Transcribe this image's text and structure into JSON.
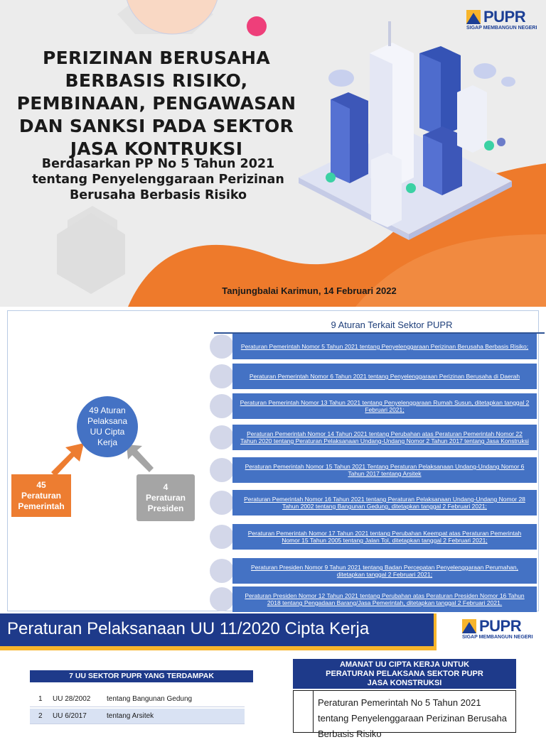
{
  "cover": {
    "title_lines": [
      "PERIZINAN BERUSAHA",
      "BERBASIS RISIKO,",
      "PEMBINAAN, PENGAWASAN",
      "DAN SANKSI PADA SEKTOR",
      "JASA KONTRUKSI"
    ],
    "subtitle_lines": [
      "Berdasarkan PP No 5 Tahun 2021",
      "tentang Penyelenggaraan Perizinan",
      "Berusaha Berbasis Risiko"
    ],
    "date": "Tanjungbalai Karimun, 14 Februari 2022",
    "logo_word": "PUPR",
    "logo_tagline": "SIGAP MEMBANGUN NEGERI"
  },
  "rules": {
    "title": "9 Aturan Terkait Sektor PUPR",
    "center": [
      "49 Aturan",
      "Pelaksana",
      "UU Cipta",
      "Kerja"
    ],
    "pp": [
      "45",
      "Peraturan",
      "Pemerintah"
    ],
    "perpres": [
      "4",
      "Peraturan",
      "Presiden"
    ],
    "items": [
      "Peraturan Pemerintah Nomor 5 Tahun 2021 tentang Penyelenggaraan Perizinan Berusaha Berbasis Risiko;",
      "Peraturan Pemerintah Nomor 6 Tahun 2021 tentang Penyelenggaraan Perizinan Berusaha di Daerah",
      "Peraturan Pemerintah Nomor 13 Tahun 2021 tentang Penyelenggaraan Rumah Susun, ditetapkan tanggal 2 Februari 2021;",
      "Peraturan Pemerintah Nomor 14 Tahun 2021 tentang Perubahan atas Peraturan Pemerintah Nomor 22 Tahun 2020 tentang Peraturan Pelaksanaan Undang-Undang Nomor 2 Tahun 2017 tentang Jasa Konstruksi",
      "Peraturan Pemerintah Nomor 15 Tahun 2021 Tentang Peraturan Pelaksanaan Undang-Undang Nomor 6 Tahun 2017 tentang Arsitek",
      "Peraturan Pemerintah Nomor 16 Tahun 2021 tentang Peraturan Pelaksanaan Undang-Undang Nomor 28 Tahun 2002 tentang Bangunan Gedung, ditetapkan tanggal 2 Februari 2021;",
      "Peraturan Pemerintah Nomor 17 Tahun 2021 tentang Perubahan Keempat atas Peraturan Pemerintah Nomor 15 Tahun 2005 tentang Jalan Tol, ditetapkan tanggal 2 Februari 2021;",
      "Peraturan Presiden Nomor 9 Tahun 2021 tentang Badan Percepatan Penyelenggaraan Perumahan, ditetapkan tanggal 2 Februari 2021;",
      "Peraturan Presiden Nomor 12 Tahun 2021 tentang Perubahan atas Peraturan Presiden Nomor 16 Tahun 2018 tentang Pengadaan Barang/Jasa Pemerintah, ditetapkan tanggal 2 Februari 2021."
    ]
  },
  "bottom": {
    "title": "Peraturan Pelaksanaan UU 11/2020 Cipta Kerja",
    "uu_table_title": "7 UU SEKTOR PUPR YANG TERDAMPAK",
    "uu_rows": [
      {
        "no": "1",
        "uu": "UU 28/2002",
        "desc": "tentang Bangunan Gedung"
      },
      {
        "no": "2",
        "uu": "UU 6/2017",
        "desc": "tentang Arsitek"
      }
    ],
    "amanat_head": [
      "AMANAT UU CIPTA KERJA UNTUK",
      "PERATURAN  PELAKSANA SEKTOR PUPR",
      "JASA KONSTRUKSI"
    ],
    "amanat_text": "Peraturan Pemerintah No 5 Tahun 2021 tentang Penyelenggaraan Perizinan Berusaha Berbasis Risiko"
  },
  "colors": {
    "orange": "#ee7a2b",
    "navy": "#1e3a8a",
    "blue_box": "#4472c4",
    "gold_band": "#f7b52b"
  }
}
